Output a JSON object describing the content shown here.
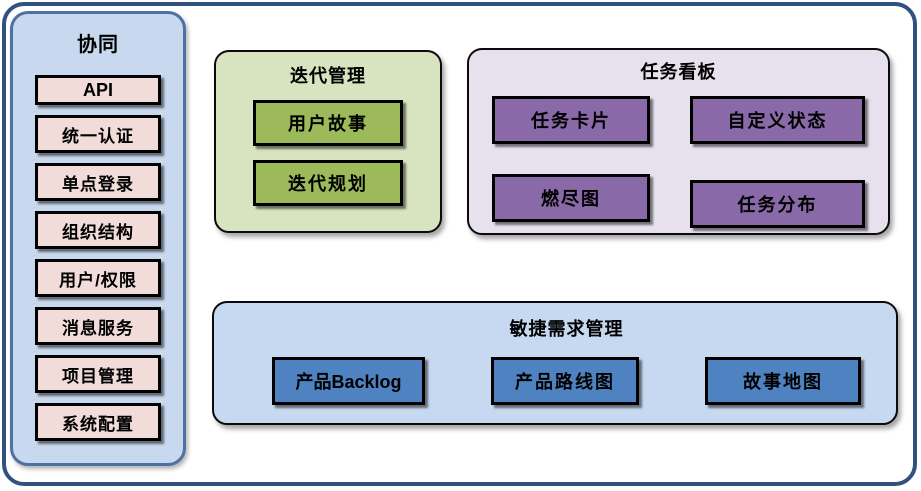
{
  "sidebar": {
    "title": "协同",
    "items": [
      "API",
      "统一认证",
      "单点登录",
      "组织结构",
      "用户/权限",
      "消息服务",
      "项目管理",
      "系统配置"
    ]
  },
  "panels": [
    {
      "title": "迭代管理",
      "items": [
        "用户故事",
        "迭代规划"
      ]
    },
    {
      "title": "任务看板",
      "items": [
        "任务卡片",
        "自定义状态",
        "燃尽图",
        "任务分布"
      ]
    },
    {
      "title": "敏捷需求管理",
      "items": [
        "产品Backlog",
        "产品路线图",
        "故事地图"
      ]
    }
  ],
  "colors": {
    "outer_border": "#31517f",
    "sidebar_fill": "#c8d8ee",
    "sidebar_border": "#4d71a3",
    "sidebar_item_fill": "#f1dcda",
    "iteration_panel_fill": "#d8e4c0",
    "iteration_item_fill": "#9cba59",
    "kanban_panel_fill": "#e6e1ed",
    "kanban_item_fill": "#8969a8",
    "agile_panel_fill": "#c7d9f0",
    "agile_item_fill": "#4f82c0",
    "item_border": "#000000",
    "text": "#000000"
  }
}
